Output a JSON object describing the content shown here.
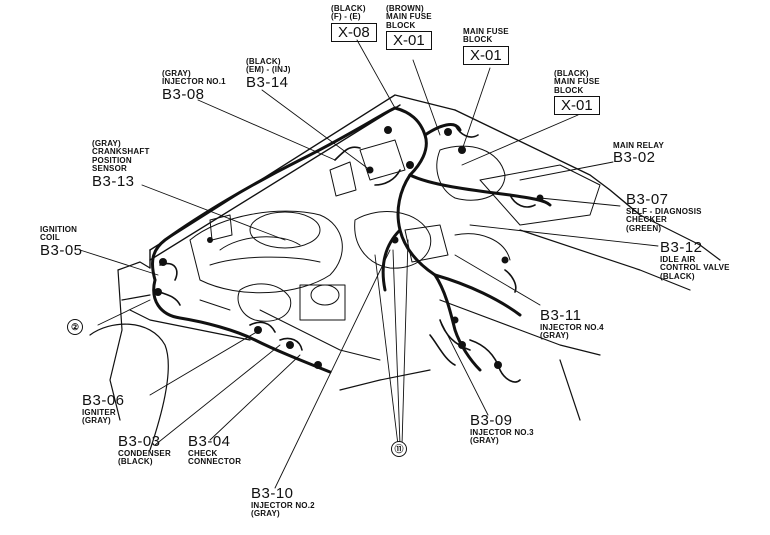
{
  "callouts": {
    "x08": {
      "color": "(BLACK)",
      "sub": "(F) - (E)",
      "code": "X-08"
    },
    "x01_brown": {
      "color": "(BROWN)",
      "l1": "MAIN FUSE",
      "l2": "BLOCK",
      "code": "X-01"
    },
    "x01_main": {
      "l1": "MAIN FUSE",
      "l2": "BLOCK",
      "code": "X-01"
    },
    "x01_black": {
      "color": "(BLACK)",
      "l1": "MAIN FUSE",
      "l2": "BLOCK",
      "code": "X-01"
    },
    "b314": {
      "color": "(BLACK)",
      "sub": "(EM) - (INJ)",
      "code": "B3-14"
    },
    "b308": {
      "color": "(GRAY)",
      "sub": "INJECTOR NO.1",
      "code": "B3-08"
    },
    "b313": {
      "color": "(GRAY)",
      "l1": "CRANKSHAFT",
      "l2": "POSITION",
      "l3": "SENSOR",
      "code": "B3-13"
    },
    "b305": {
      "l1": "IGNITION",
      "l2": "COIL",
      "code": "B3-05"
    },
    "b302": {
      "l1": "MAIN RELAY",
      "code": "B3-02"
    },
    "b307": {
      "code": "B3-07",
      "l1": "SELF - DIAGNOSIS",
      "l2": "CHECKER",
      "color": "(GREEN)"
    },
    "b312": {
      "code": "B3-12",
      "l1": "IDLE AIR",
      "l2": "CONTROL VALVE",
      "color": "(BLACK)"
    },
    "b311": {
      "code": "B3-11",
      "l1": "INJECTOR NO.4",
      "color": "(GRAY)"
    },
    "b306": {
      "code": "B3-06",
      "l1": "IGNITER",
      "color": "(GRAY)"
    },
    "b303": {
      "code": "B3-03",
      "l1": "CONDENSER",
      "color": "(BLACK)"
    },
    "b304": {
      "code": "B3-04",
      "l1": "CHECK",
      "l2": "CONNECTOR"
    },
    "b310": {
      "code": "B3-10",
      "l1": "INJECTOR NO.2",
      "color": "(GRAY)"
    },
    "b309": {
      "code": "B3-09",
      "l1": "INJECTOR NO.3",
      "color": "(GRAY)"
    }
  },
  "markers": {
    "two": "②",
    "eleven": "⑪"
  }
}
